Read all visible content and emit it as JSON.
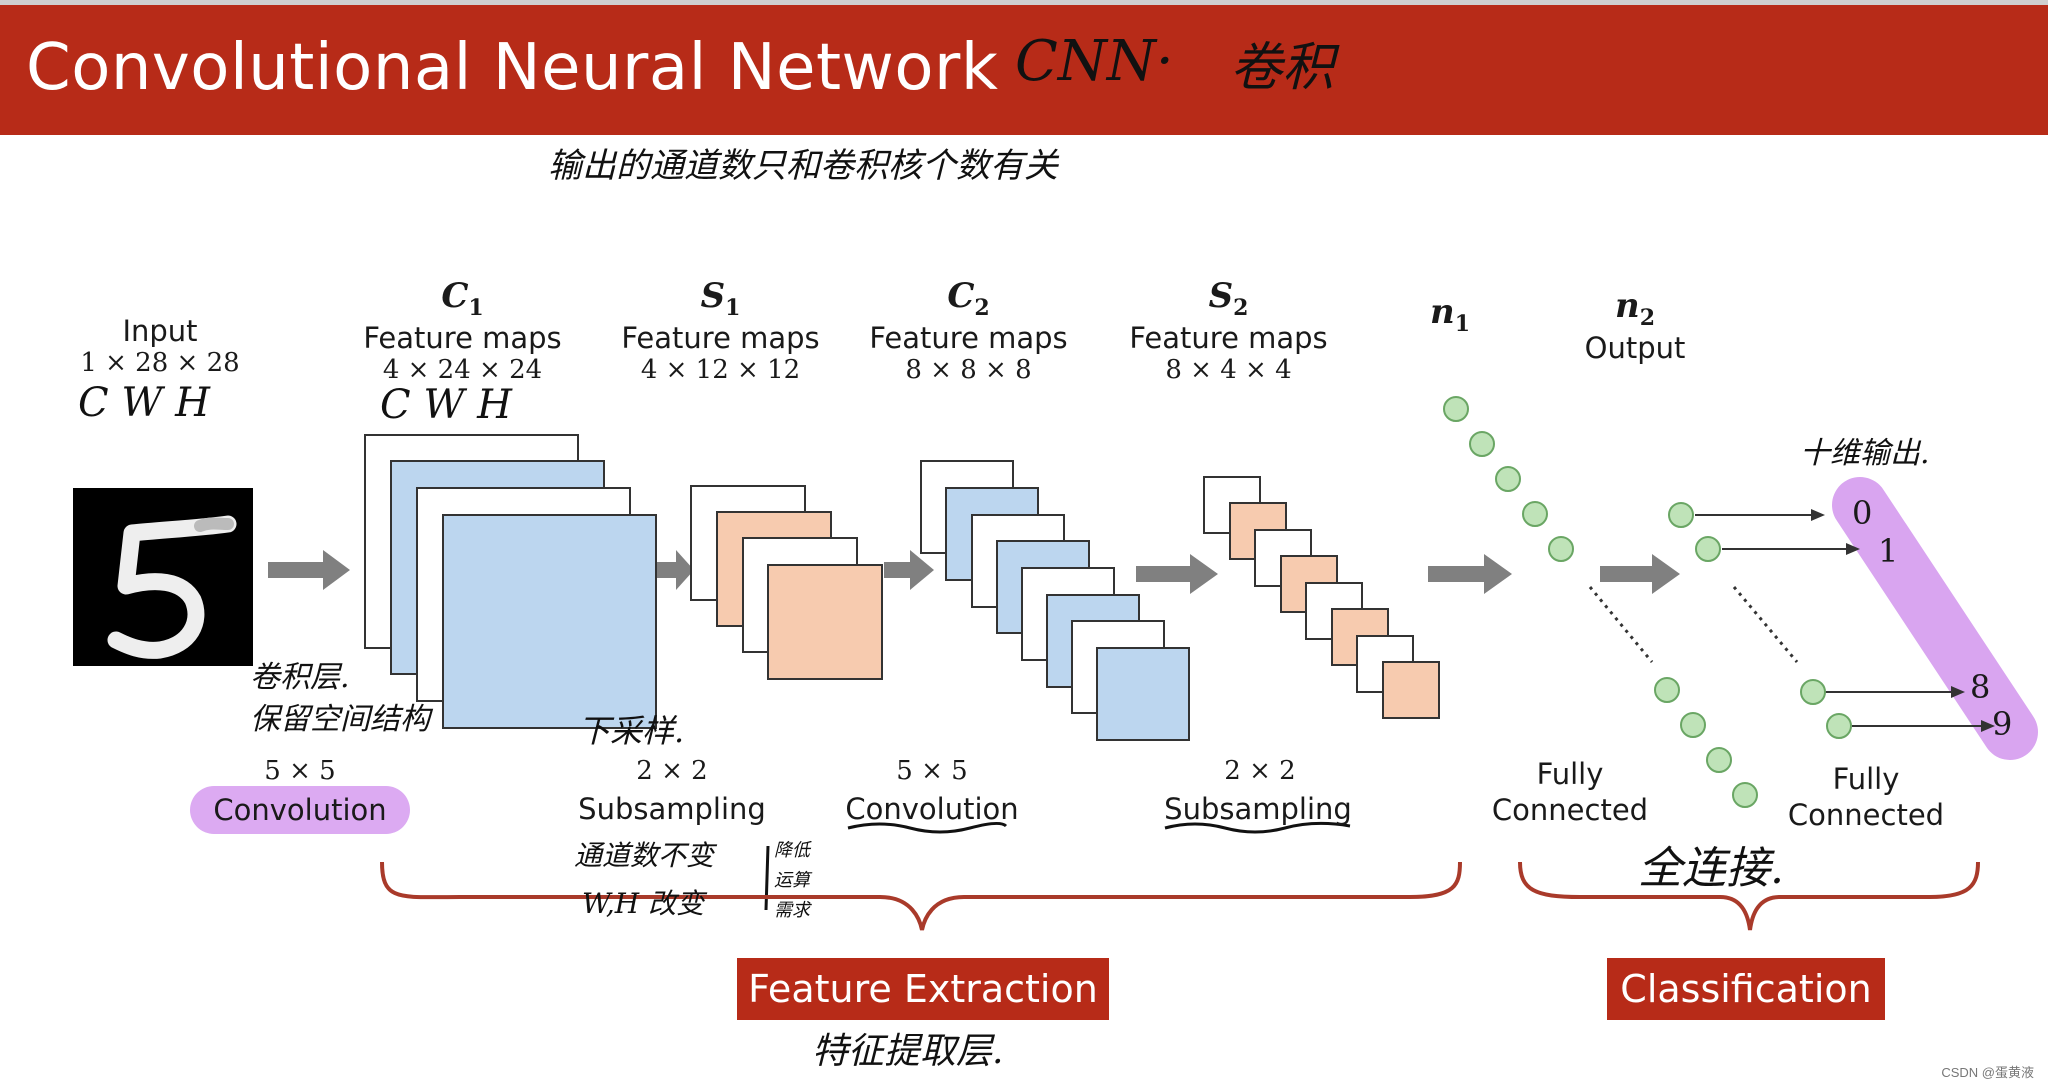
{
  "header": {
    "title": "Convolutional Neural Network",
    "note_cnn": "CNN·",
    "note_conv": "卷积"
  },
  "notes": {
    "top": "输出的通道数只和卷积核个数有关",
    "chw_input": "C  W  H",
    "chw_c1": "C  W  H",
    "conv_layer_1": "卷积层.",
    "conv_layer_2": "保留空间结构",
    "downsample": "下采样.",
    "sub_1": "通道数不变",
    "sub_2": "W,H 改变",
    "sub_side": "降低运算需求",
    "ten_output": "十维输出.",
    "fc_cn": "全连接.",
    "feature_cn": "特征提取层."
  },
  "layers": {
    "input": {
      "name": "Input",
      "dims": "1 × 28 × 28"
    },
    "c1": {
      "sym": "C",
      "sub": "1",
      "name": "Feature maps",
      "dims": "4 × 24 × 24"
    },
    "s1": {
      "sym": "S",
      "sub": "1",
      "name": "Feature maps",
      "dims": "4 × 12 × 12"
    },
    "c2": {
      "sym": "C",
      "sub": "2",
      "name": "Feature maps",
      "dims": "8 × 8 × 8"
    },
    "s2": {
      "sym": "S",
      "sub": "2",
      "name": "Feature maps",
      "dims": "8 × 4 × 4"
    },
    "n1": {
      "sym": "n",
      "sub": "1"
    },
    "n2": {
      "sym": "n",
      "sub": "2",
      "name": "Output"
    }
  },
  "operations": {
    "conv1": {
      "size": "5 × 5",
      "name": "Convolution"
    },
    "sub1": {
      "size": "2 × 2",
      "name": "Subsampling"
    },
    "conv2": {
      "size": "5 × 5",
      "name": "Convolution"
    },
    "sub2": {
      "size": "2 × 2",
      "name": "Subsampling"
    },
    "fc1": {
      "name_1": "Fully",
      "name_2": "Connected"
    },
    "fc2": {
      "name_1": "Fully",
      "name_2": "Connected"
    }
  },
  "output_digits": [
    "0",
    "1",
    "8",
    "9"
  ],
  "sections": {
    "feature_extraction": "Feature Extraction",
    "classification": "Classification"
  },
  "credit": "CSDN @蛋黄液",
  "colors": {
    "header": "#b72b18",
    "blue_map": "#bcd6ef",
    "peach_map": "#f7cbaf",
    "node": "#bfe3b8",
    "output_pill": "#dcaaf2",
    "arrow": "#808080"
  }
}
